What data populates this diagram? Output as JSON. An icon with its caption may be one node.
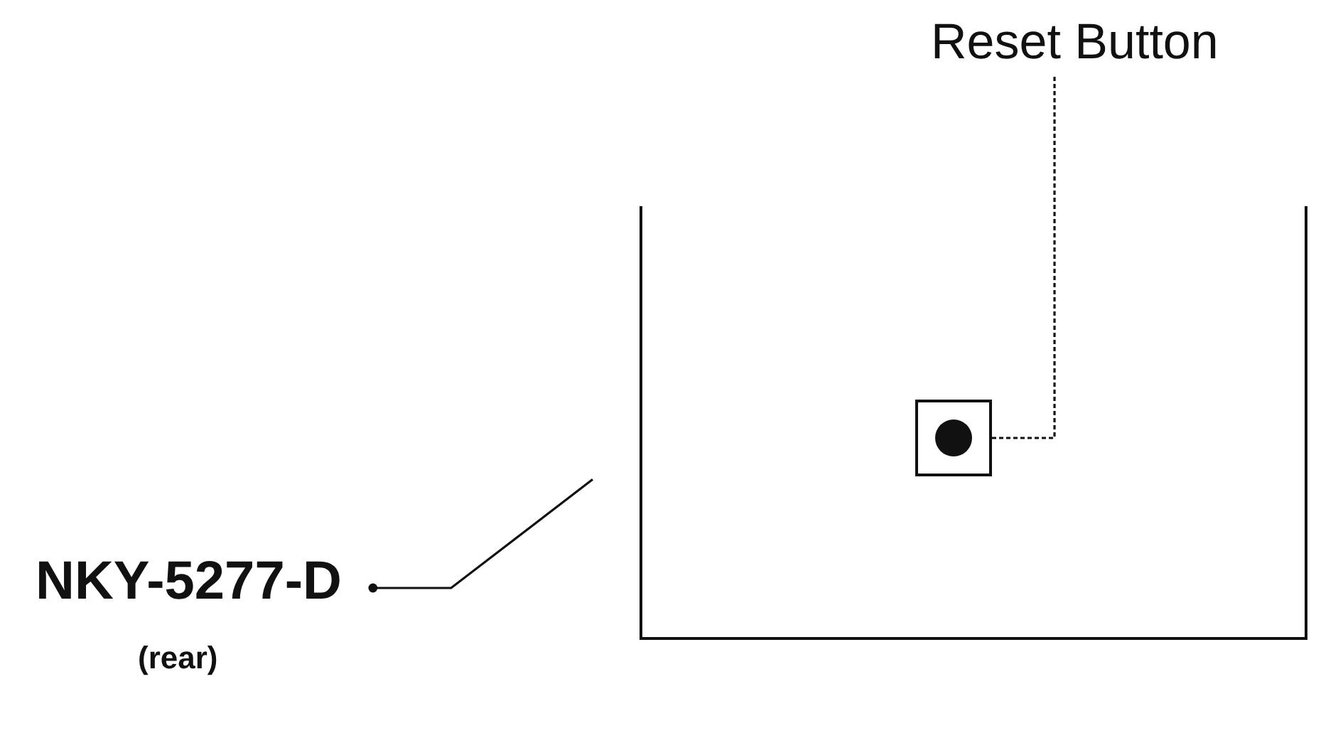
{
  "diagram": {
    "nodes": [
      {
        "text": [
          "Reset Button"
        ]
      },
      {
        "text": [],
        "shape": "box"
      },
      {
        "text": [],
        "shape": "box",
        "in": 1
      },
      {
        "text": [
          "NKY-5277-D",
          "(rear)"
        ]
      }
    ],
    "edges": [
      {
        "from": 0,
        "to": 2,
        "arrow": "none",
        "style": "dashed"
      },
      {
        "from": 3,
        "to": 1,
        "arrow": "other"
      }
    ]
  }
}
